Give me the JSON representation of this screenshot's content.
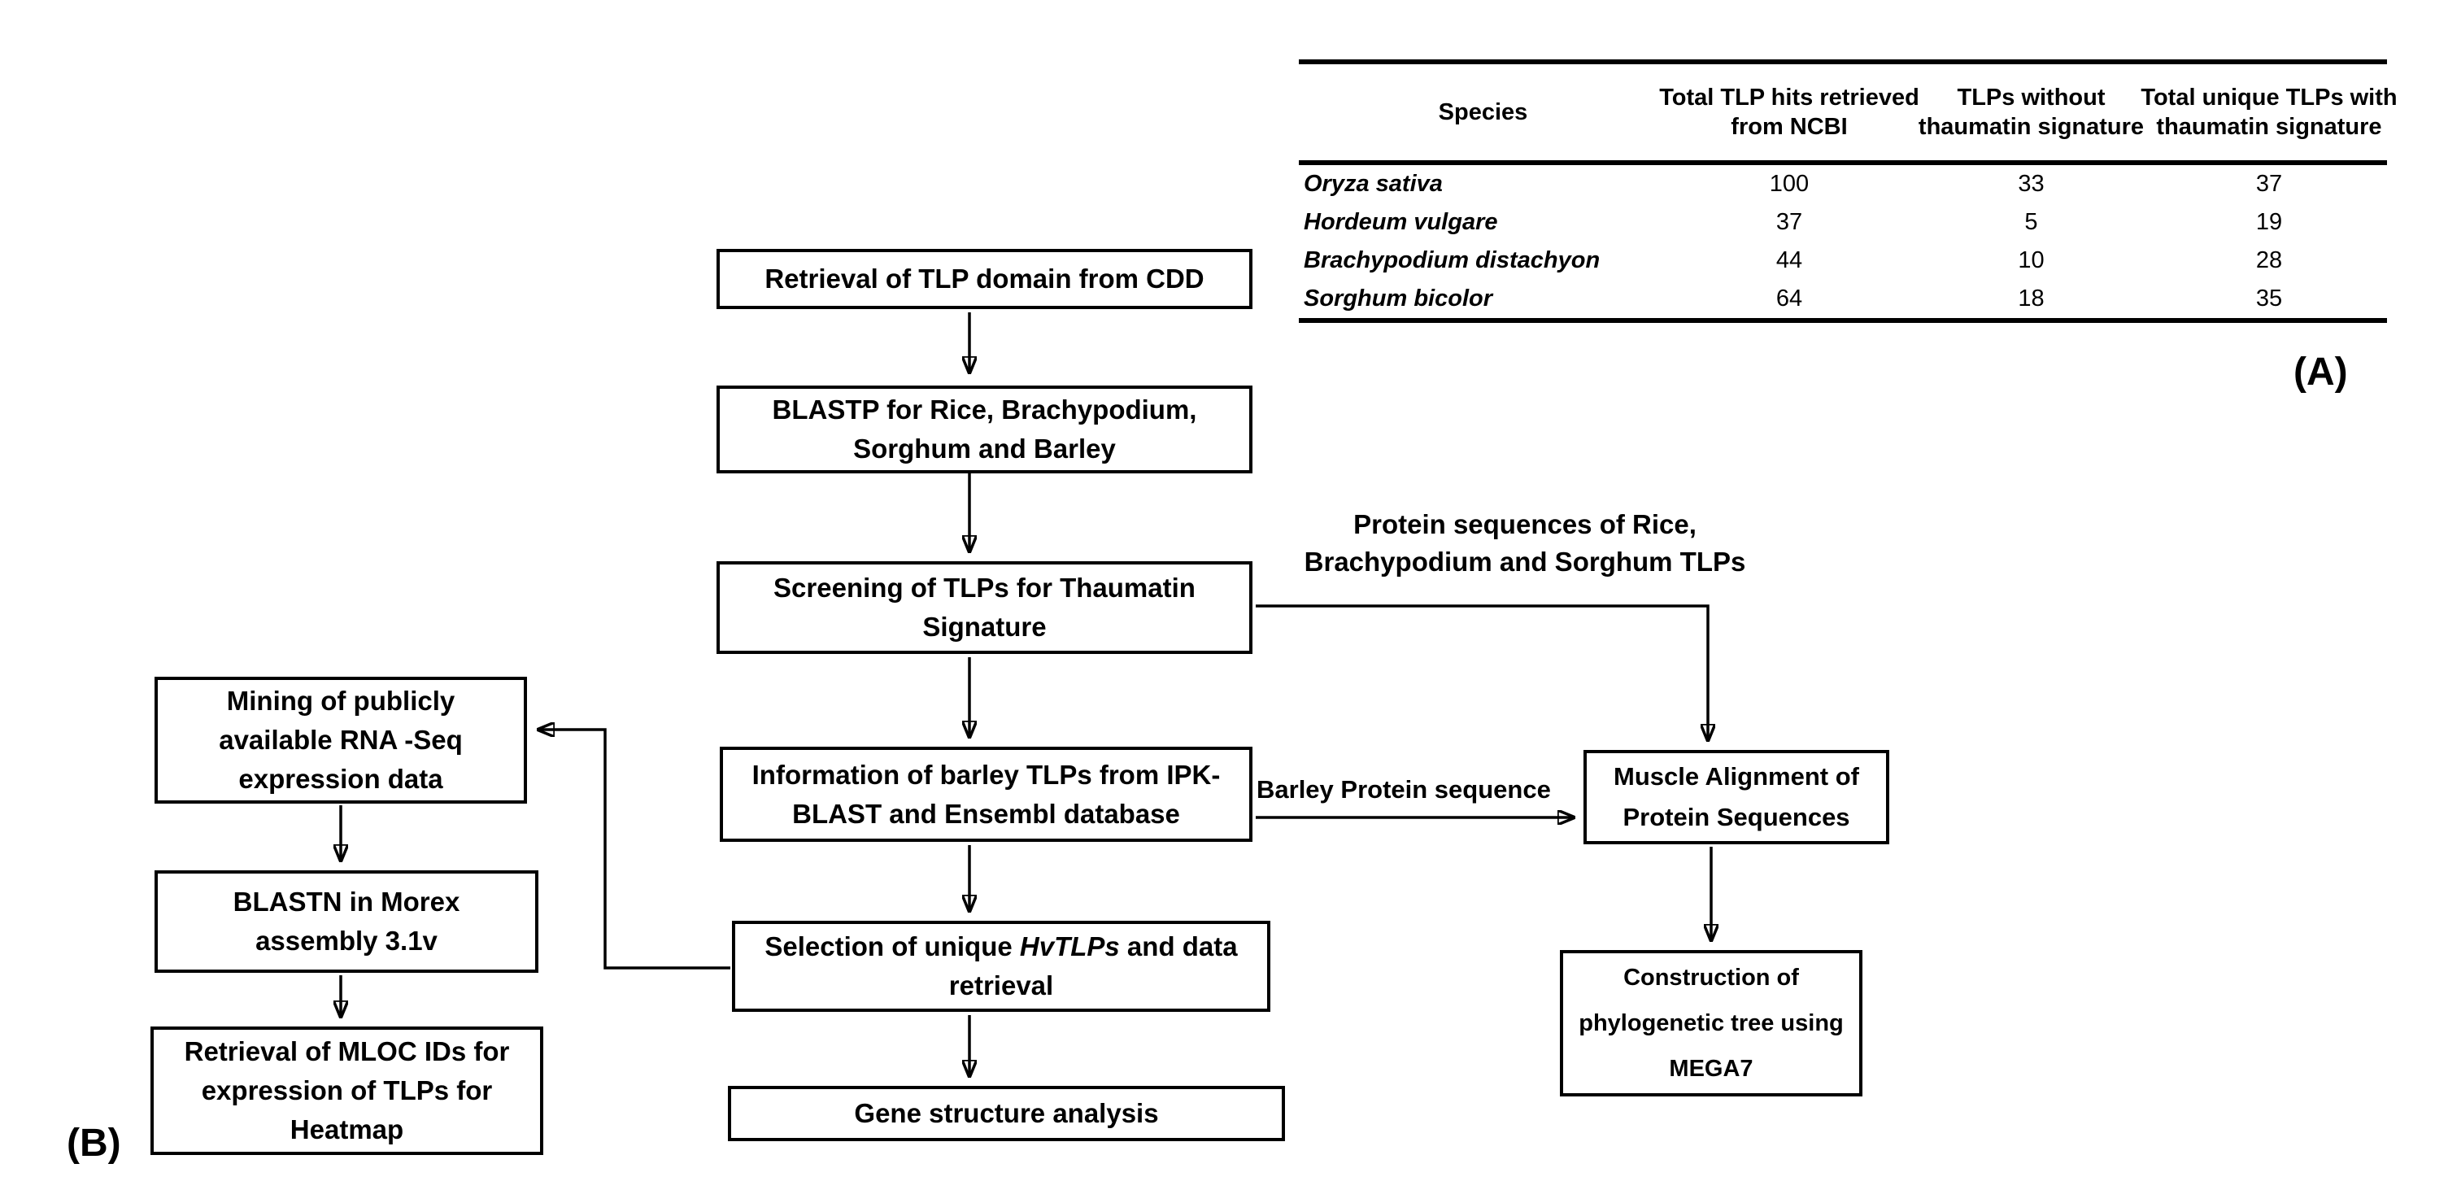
{
  "panel_labels": {
    "a": "(A)",
    "b": "(B)"
  },
  "colors": {
    "ink": "#000000",
    "background": "#ffffff"
  },
  "table": {
    "headers": [
      {
        "lines": [
          "Species",
          ""
        ]
      },
      {
        "lines": [
          "Total TLP hits retrieved",
          "from NCBI"
        ]
      },
      {
        "lines": [
          "TLPs without",
          "thaumatin signature"
        ]
      },
      {
        "lines": [
          "Total unique TLPs with",
          "thaumatin signature"
        ]
      }
    ],
    "rows": [
      {
        "species": "Oryza sativa",
        "total_hits": "100",
        "without_signature": "33",
        "unique_with_signature": "37"
      },
      {
        "species": "Hordeum vulgare",
        "total_hits": "37",
        "without_signature": "5",
        "unique_with_signature": "19"
      },
      {
        "species": "Brachypodium distachyon",
        "total_hits": "44",
        "without_signature": "10",
        "unique_with_signature": "28"
      },
      {
        "species": "Sorghum bicolor",
        "total_hits": "64",
        "without_signature": "18",
        "unique_with_signature": "35"
      }
    ]
  },
  "flowchart": {
    "center": {
      "retrieval_cdd": {
        "lines": [
          "Retrieval of TLP domain from CDD"
        ]
      },
      "blastp": {
        "lines": [
          "BLASTP for Rice, Brachypodium,",
          "Sorghum and Barley"
        ]
      },
      "screening": {
        "lines": [
          "Screening of TLPs for Thaumatin",
          "Signature"
        ]
      },
      "ipk_info": {
        "lines": [
          "Information of barley TLPs from IPK-",
          "BLAST and Ensembl database"
        ]
      },
      "selection": {
        "line1_pre": "Selection of unique ",
        "line1_italic": "HvTLPs",
        "line1_post": " and data",
        "line2": "retrieval"
      },
      "gene_structure": {
        "lines": [
          "Gene structure analysis"
        ]
      }
    },
    "left": {
      "mining": {
        "lines": [
          "Mining of publicly",
          "available RNA -Seq",
          "expression data"
        ]
      },
      "blastn": {
        "lines": [
          "BLASTN in Morex",
          "assembly 3.1v"
        ]
      },
      "mloc": {
        "lines": [
          "Retrieval of MLOC IDs for",
          "expression of TLPs for",
          "Heatmap"
        ]
      }
    },
    "right": {
      "muscle": {
        "lines": [
          "Muscle Alignment of",
          "Protein Sequences"
        ]
      },
      "mega7": {
        "lines": [
          "Construction of",
          "phylogenetic tree using",
          "MEGA7"
        ]
      }
    },
    "edge_labels": {
      "protein_sequences": {
        "lines": [
          "Protein sequences of Rice,",
          "Brachypodium and Sorghum TLPs"
        ]
      },
      "barley_protein": "Barley Protein sequence"
    }
  }
}
